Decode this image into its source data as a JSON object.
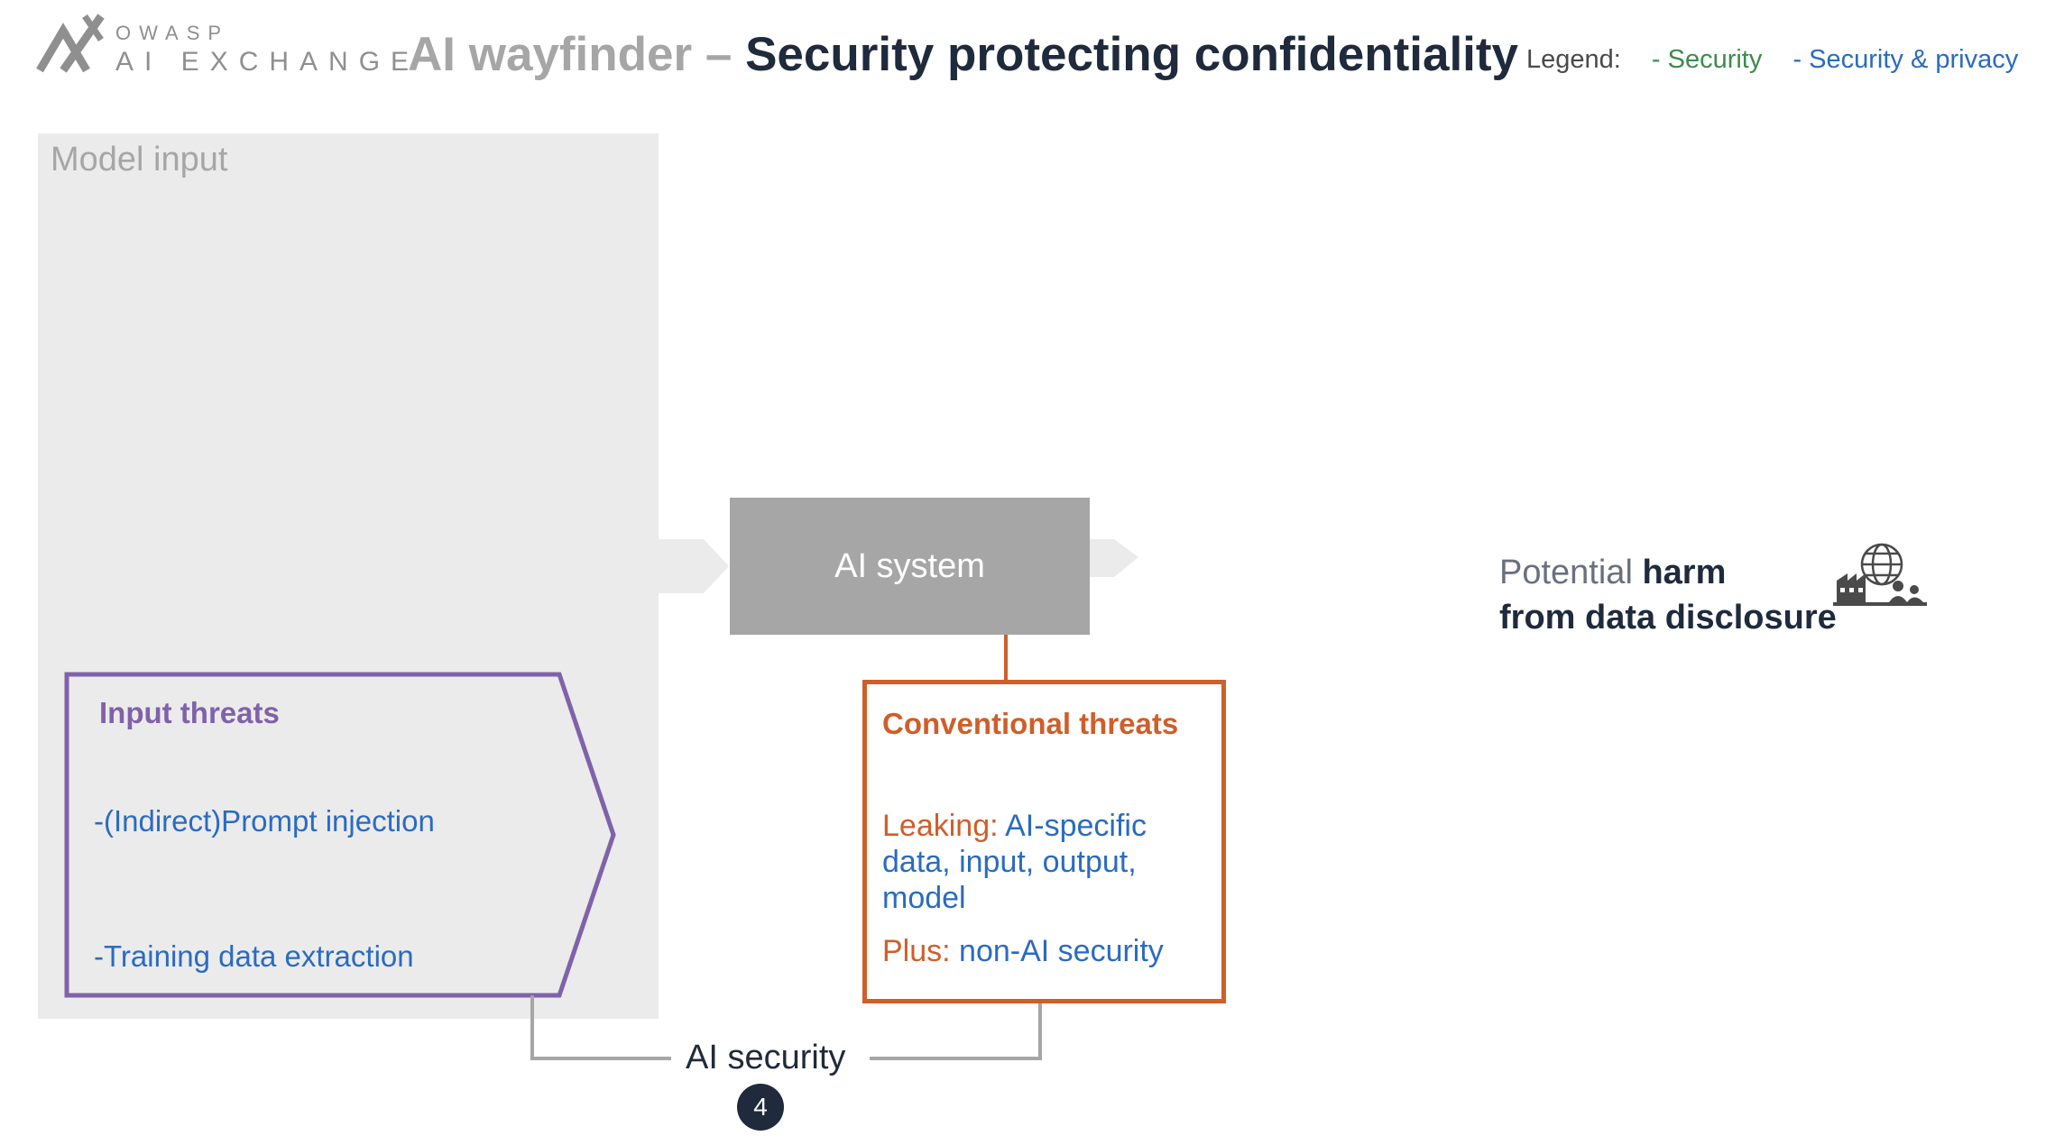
{
  "header": {
    "logo_owasp": "OWASP",
    "logo_exchange": "AI EXCHANGE",
    "title_prefix": "AI wayfinder –",
    "title_main": "Security protecting confidentiality",
    "legend_label": "Legend:",
    "legend_security": "- Security",
    "legend_security_privacy": "- Security & privacy"
  },
  "colors": {
    "security": "#3d8b4e",
    "security_privacy": "#2a6bc0",
    "input_threats": "#7f62a9",
    "conventional_threats": "#cf5e2a",
    "dark": "#1f2a3c"
  },
  "model_input": {
    "label": "Model input"
  },
  "ai_system": {
    "label": "AI system"
  },
  "input_threats": {
    "title": "Input threats",
    "items": [
      "-(Indirect)Prompt injection",
      "-Training data extraction"
    ]
  },
  "conventional_threats": {
    "title": "Conventional threats",
    "leaking_prefix": "Leaking:",
    "leaking_text": "AI-specific data, input, output, model",
    "plus_prefix": "Plus:",
    "plus_text": "non-AI security"
  },
  "ai_security": {
    "label": "AI security",
    "badge": "4"
  },
  "harm": {
    "prefix": "Potential",
    "bold1": "harm",
    "line2": "from data disclosure",
    "icon": "globe-factory-people-icon"
  }
}
